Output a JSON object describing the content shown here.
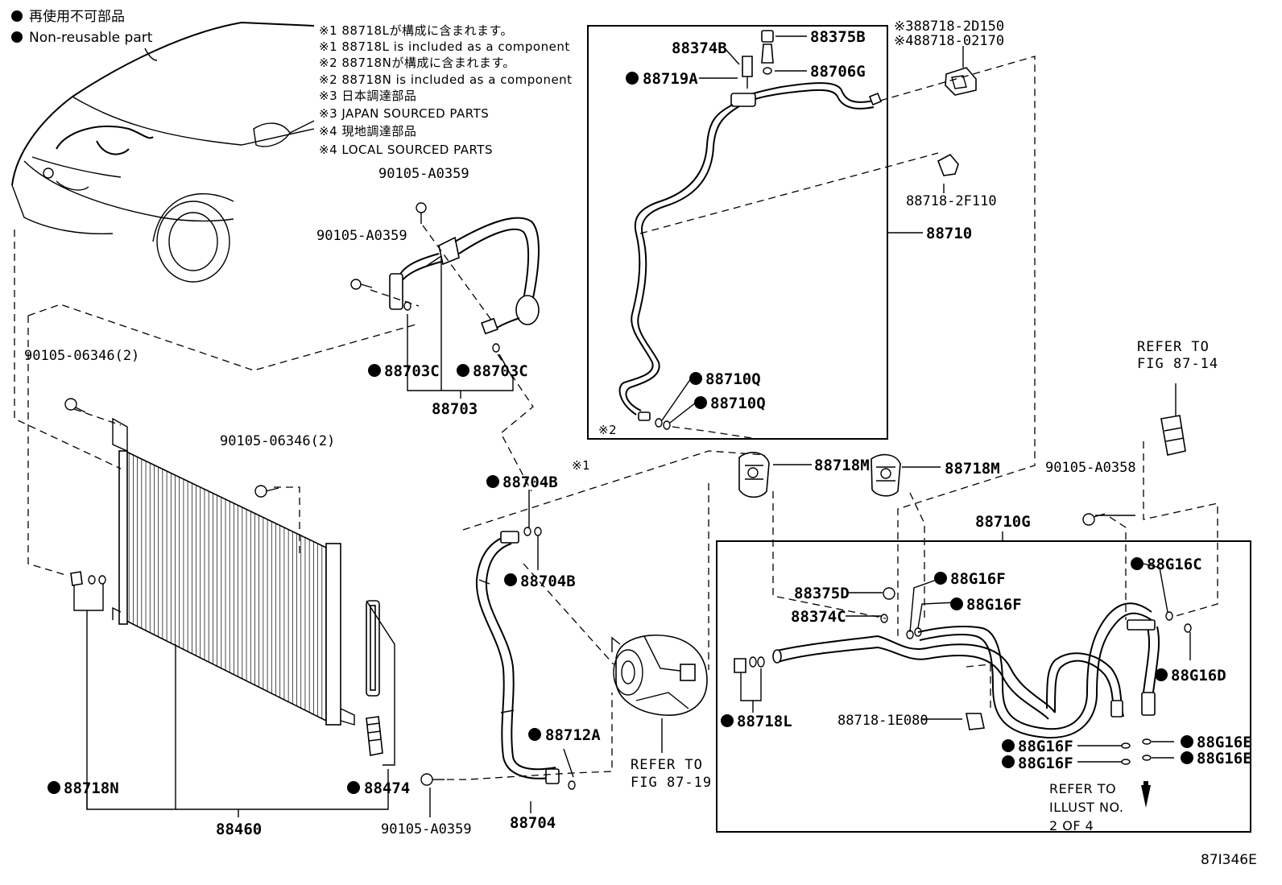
{
  "legend": {
    "jp": "再使用不可部品",
    "en": "Non-reusable part"
  },
  "notes": [
    "※1 88718Lが構成に含まれます。",
    "※1 88718L is included as a component",
    "※2 88718Nが構成に含まれます。",
    "※2 88718N is included as a component",
    "※3 日本調達部品",
    "※3 JAPAN SOURCED PARTS",
    "※4 現地調達部品",
    "※4 LOCAL SOURCED PARTS"
  ],
  "labels": {
    "b90105_a0359_top": "90105-A0359",
    "b90105_a0359_left": "90105-A0359",
    "b90105_06346_a": "90105-06346(2)",
    "b90105_06346_b": "90105-06346(2)",
    "b90105_a0359_bottom": "90105-A0359",
    "b90105_a0358": "90105-A0358",
    "p88703c_a": "88703C",
    "p88703c_b": "88703C",
    "p88703": "88703",
    "p88374b": "88374B",
    "p88375b": "88375B",
    "p88719a": "88719A",
    "p88706g": "88706G",
    "p88718_2d150": "※388718-2D150",
    "p88718_02170": "※488718-02170",
    "p88718_2f110": "88718-2F110",
    "p88710": "88710",
    "p88710q_a": "88710Q",
    "p88710q_b": "88710Q",
    "box88710_note": "※2",
    "p88704b_a": "88704B",
    "p88704b_b": "88704B",
    "box88704_note": "※1",
    "p88712a": "88712A",
    "p88704": "88704",
    "p88718m_a": "88718M",
    "p88718m_b": "88718M",
    "p88710g": "88710G",
    "p88375d": "88375D",
    "p88374c": "88374C",
    "p88g16f_a": "88G16F",
    "p88g16f_b": "88G16F",
    "p88g16c": "88G16C",
    "p88g16d": "88G16D",
    "p88718l": "88718L",
    "p88718_1e080": "88718-1E080",
    "p88g16f_c": "88G16F",
    "p88g16f_d": "88G16F",
    "p88g16e_a": "88G16E",
    "p88g16e_b": "88G16E",
    "p88718n": "88718N",
    "p88474": "88474",
    "p88460": "88460",
    "diagram_code": "87I346E"
  },
  "refs": {
    "fig_87_14_l1": "REFER TO",
    "fig_87_14_l2": "FIG 87-14",
    "fig_87_19_l1": "REFER TO",
    "fig_87_19_l2": "FIG 87-19",
    "illust_l1": "REFER TO",
    "illust_l2": "ILLUST NO.",
    "illust_l3": "2 OF 4"
  }
}
